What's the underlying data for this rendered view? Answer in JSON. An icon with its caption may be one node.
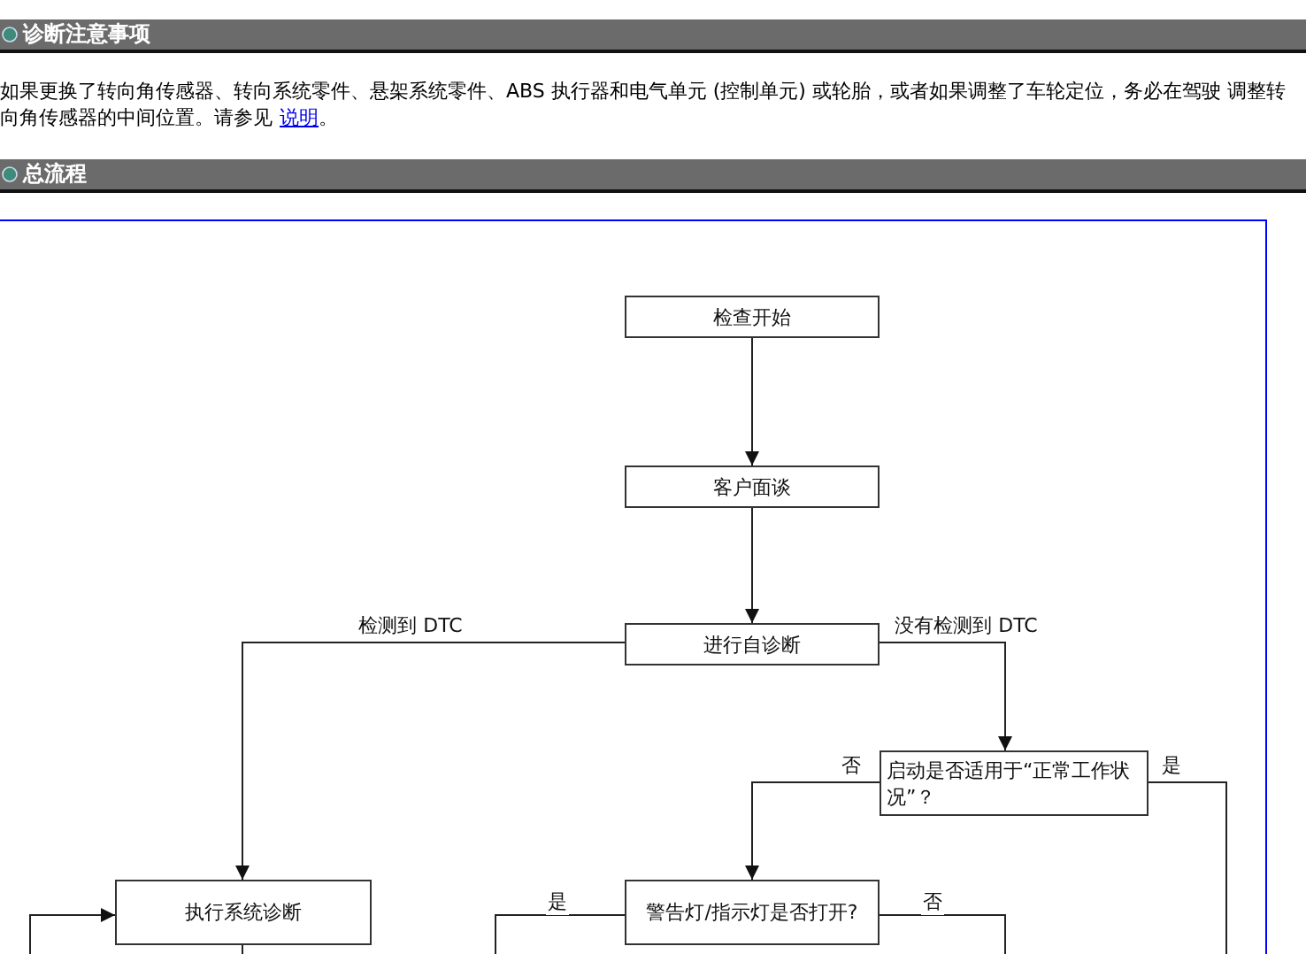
{
  "diagram": {
    "nodes": [
      {
        "text": [
          "检查开始"
        ]
      },
      {
        "text": [
          "客户面谈"
        ]
      },
      {
        "text": [
          "进行自诊断"
        ]
      },
      {
        "text": [
          "启动是否适用于“正常工作状况”？"
        ]
      },
      {
        "text": [
          "执行系统诊断"
        ]
      },
      {
        "text": [
          "警告灯/指示灯是否打开?"
        ]
      }
    ],
    "edges": [
      {
        "from": 0,
        "to": 1,
        "arrow": "to"
      },
      {
        "from": 1,
        "to": 2,
        "arrow": "to"
      },
      {
        "from": 2,
        "to": 4,
        "arrow": "to",
        "label": "检测到 DTC"
      },
      {
        "from": 2,
        "to": 3,
        "arrow": "to",
        "label": "没有检测到 DTC"
      },
      {
        "from": 3,
        "to": 5,
        "arrow": "to",
        "label": "否"
      },
      {
        "from": 3,
        "to": null,
        "arrow": "none",
        "label": "是"
      },
      {
        "from": 5,
        "to": null,
        "arrow": "none",
        "label": "是"
      },
      {
        "from": 5,
        "to": null,
        "arrow": "none",
        "label": "否"
      },
      {
        "from": 4,
        "to": null,
        "arrow": "none"
      },
      {
        "from": null,
        "to": 4,
        "arrow": "to"
      }
    ],
    "labels": [
      "诊断注意事项",
      "如果更换了转向角传感器、转向系统零件、悬架系统零件、ABS 执行器和电气单元 (控制单元) 或轮胎，或者如果调整了车轮定位，务必在驾驶 调整转向角传感器的中间位置。请参见",
      "说明",
      "。",
      "总流程"
    ]
  }
}
